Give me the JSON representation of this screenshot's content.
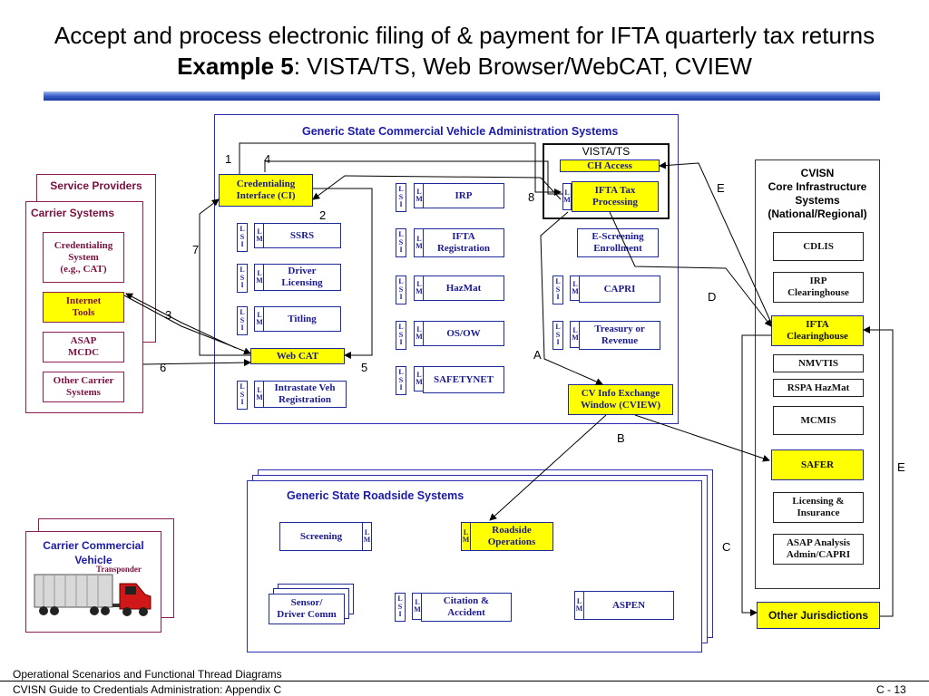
{
  "title": {
    "line1": "Accept and process electronic filing of & payment for IFTA quarterly tax returns",
    "line2_bold": "Example 5",
    "line2_rest": ": VISTA/TS, Web Browser/WebCAT, CVIEW"
  },
  "state_cva": {
    "title": "Generic State Commercial Vehicle Administration Systems",
    "vista_ts": "VISTA/TS",
    "ch_access": "CH Access",
    "ifta_tax": "IFTA Tax\nProcessing",
    "ci": "Credentialing\nInterface (CI)",
    "ssrs": "SSRS",
    "driver_licensing": "Driver\nLicensing",
    "titling": "Titling",
    "web_cat": "Web CAT",
    "intrastate": "Intrastate Veh\nRegistration",
    "irp": "IRP",
    "ifta_reg": "IFTA\nRegistration",
    "hazmat": "HazMat",
    "osow": "OS/OW",
    "safetynet": "SAFETYNET",
    "escreening": "E-Screening\nEnrollment",
    "capri": "CAPRI",
    "treasury": "Treasury or\nRevenue",
    "cview": "CV Info Exchange\nWindow (CVIEW)"
  },
  "tags": {
    "lsi": "L\nS\nI",
    "lm": "L\nM"
  },
  "service_providers": {
    "title": "Service Providers",
    "carrier_systems": "Carrier Systems",
    "cred_system": "Credentialing\nSystem\n(e.g., CAT)",
    "internet_tools": "Internet\nTools",
    "asap": "ASAP\nMCDC",
    "other_carrier": "Other Carrier\nSystems"
  },
  "cvisn": {
    "title": "CVISN\nCore Infrastructure\nSystems\n(National/Regional)",
    "cdlis": "CDLIS",
    "irp_ch": "IRP\nClearinghouse",
    "ifta_ch": "IFTA\nClearinghouse",
    "nmvtis": "NMVTIS",
    "rspa": "RSPA HazMat",
    "mcmis": "MCMIS",
    "safer": "SAFER",
    "lic_ins": "Licensing &\nInsurance",
    "asap_analysis": "ASAP Analysis\nAdmin/CAPRI"
  },
  "roadside": {
    "title": "Generic State Roadside Systems",
    "screening": "Screening",
    "roadside_ops": "Roadside\nOperations",
    "sensor": "Sensor/\nDriver Comm",
    "citation": "Citation &\nAccident",
    "aspen": "ASPEN"
  },
  "carrier_vehicle": {
    "label": "Carrier Commercial\nVehicle",
    "transponder": "Transponder"
  },
  "other_jurisdictions": "Other Jurisdictions",
  "flow_labels": {
    "n1": "1",
    "n2": "2",
    "n3": "3",
    "n4": "4",
    "n5": "5",
    "n6": "6",
    "n7": "7",
    "n8": "8",
    "A": "A",
    "B": "B",
    "C": "C",
    "D": "D",
    "E1": "E",
    "E2": "E"
  },
  "footer": {
    "line1": "Operational Scenarios and Functional Thread Diagrams",
    "line2": "CVISN Guide to Credentials Administration:  Appendix C",
    "page": "C - 13"
  },
  "colors": {
    "accent": "#1a1aa8",
    "highlight": "#ffff00",
    "maroon": "#8a2050"
  }
}
